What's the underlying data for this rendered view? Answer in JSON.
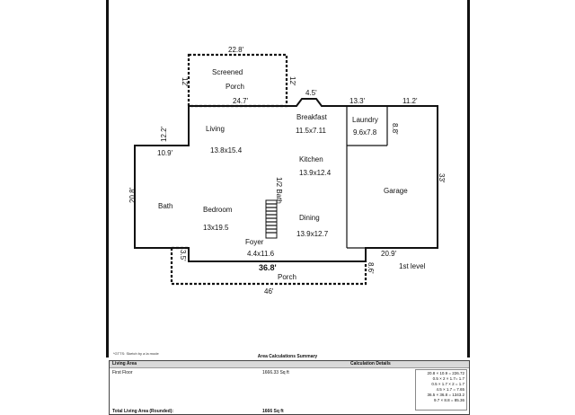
{
  "rooms": {
    "screened_porch": [
      "Screened",
      "Porch"
    ],
    "living": {
      "name": "Living",
      "size": "13.8x15.4"
    },
    "breakfast": {
      "name": "Breakfast",
      "size": "11.5x7.11"
    },
    "laundry": {
      "name": "Laundry",
      "size": "9.6x7.8"
    },
    "kitchen": {
      "name": "Kitchen",
      "size": "13.9x12.4"
    },
    "garage": {
      "name": "Garage"
    },
    "half_bath": "1/2 Bath",
    "bath": {
      "name": "Bath"
    },
    "bedroom": {
      "name": "Bedroom",
      "size": "13x19.5"
    },
    "dining": {
      "name": "Dining",
      "size": "13.9x12.7"
    },
    "foyer": {
      "name": "Foyer",
      "size": "4.4x11.6"
    },
    "porch": {
      "name": "Porch"
    }
  },
  "dimensions": {
    "top_screened": "22.8'",
    "screened_left": "12'",
    "screened_right": "12'",
    "screened_bottom": "24.7'",
    "bay": "4.5'",
    "top_breakfast_laundry": "13.3'",
    "top_garage": "11.2'",
    "laundry_side": "8.8'",
    "living_left": "12.2'",
    "step_left": "10.9'",
    "west_wall": "20.8'",
    "garage_east": "33'",
    "garage_bottom": "20.9'",
    "porch_top": "36.8'",
    "porch_left": "3.5'",
    "porch_right": "8.6'",
    "porch_bottom": "46'"
  },
  "level_label": "1st level",
  "small_note": "*GTTS: Sketch by a la mode",
  "summary": {
    "title": "Area Calculations Summary",
    "living_area_label": "Living Area",
    "calc_details_label": "Calculation Details",
    "first_floor_label": "First Floor",
    "first_floor_value": "1666.33 Sq ft",
    "total_label": "Total Living Area (Rounded):",
    "total_value": "1666 Sq ft",
    "calc_lines": [
      "20.8 × 10.9   =  226.72",
      "0.5 × 2 × 1.7=      1.7",
      "0.5 × 1.7 × 2 =     1.7",
      "4.5 × 1.7     =    7.65",
      "36.5 × 36.8   =  1343.2",
      "9.7 × 8.8     =   85.36"
    ]
  },
  "colors": {
    "walls": "#111111",
    "summary_header": "#d9d9d9"
  }
}
